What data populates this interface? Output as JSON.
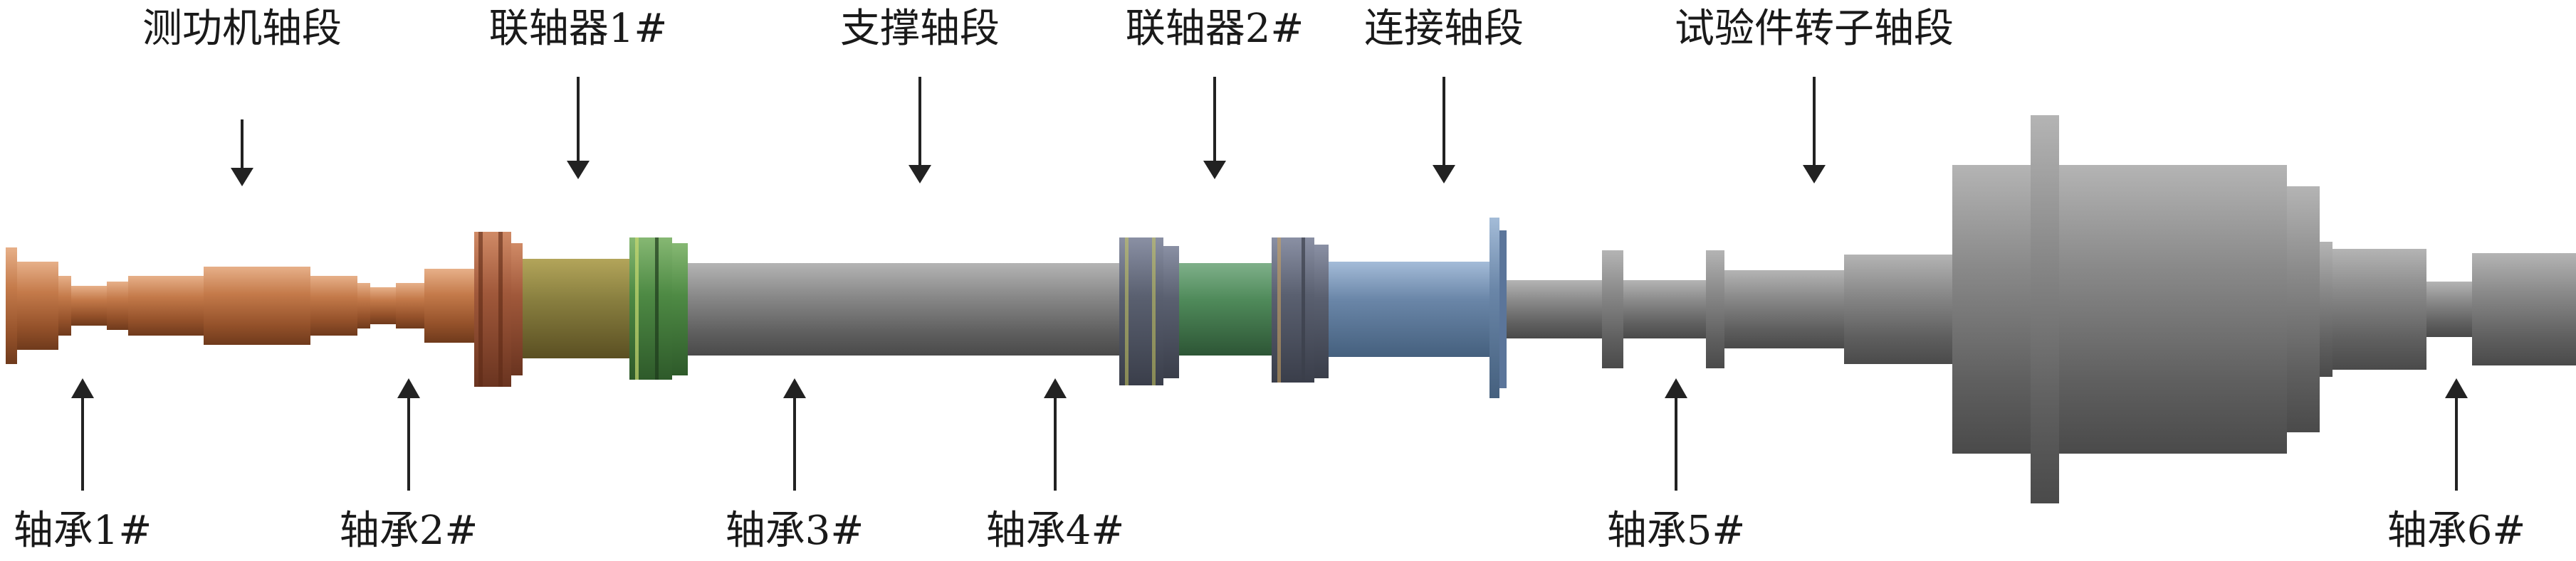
{
  "section_labels": {
    "dynamometer_shaft": "测功机轴段",
    "coupling_1": "联轴器1#",
    "support_shaft": "支撑轴段",
    "coupling_2": "联轴器2#",
    "connecting_shaft": "连接轴段",
    "test_rotor_shaft": "试验件转子轴段"
  },
  "bearing_labels": {
    "b1": "轴承1#",
    "b2": "轴承2#",
    "b3": "轴承3#",
    "b4": "轴承4#",
    "b5": "轴承5#",
    "b6": "轴承6#"
  },
  "colors": {
    "dynamometer": "#c47a4a",
    "coupling_1_flange": "#b8663c",
    "coupling_1_body": "#8a8040",
    "coupling_1_green": "#4e8a44",
    "shaft_gray": "#7b7b7b",
    "coupling_2_flange": "#5a6070",
    "coupling_2_green": "#4f8a5a",
    "connecting_blue": "#6a86a8",
    "text": "#1a1a1a"
  }
}
